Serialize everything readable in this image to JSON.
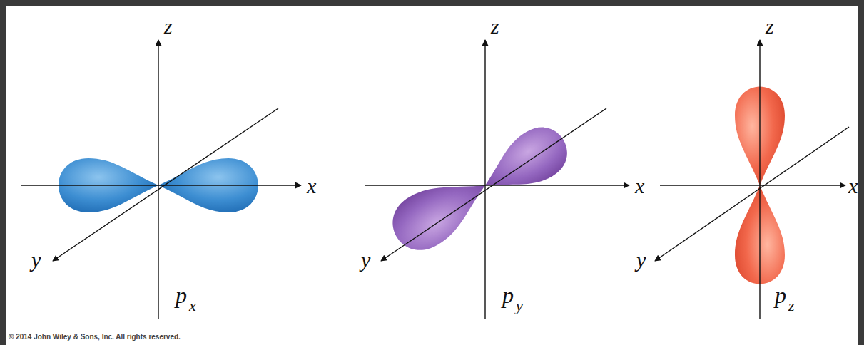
{
  "diagram": {
    "labels": [
      "z",
      "x",
      "y",
      "p",
      "x",
      "z",
      "x",
      "y",
      "p",
      "y",
      "z",
      "x",
      "y",
      "p",
      "z",
      "© 2014 John Wiley & Sons, Inc. All rights reserved."
    ]
  }
}
